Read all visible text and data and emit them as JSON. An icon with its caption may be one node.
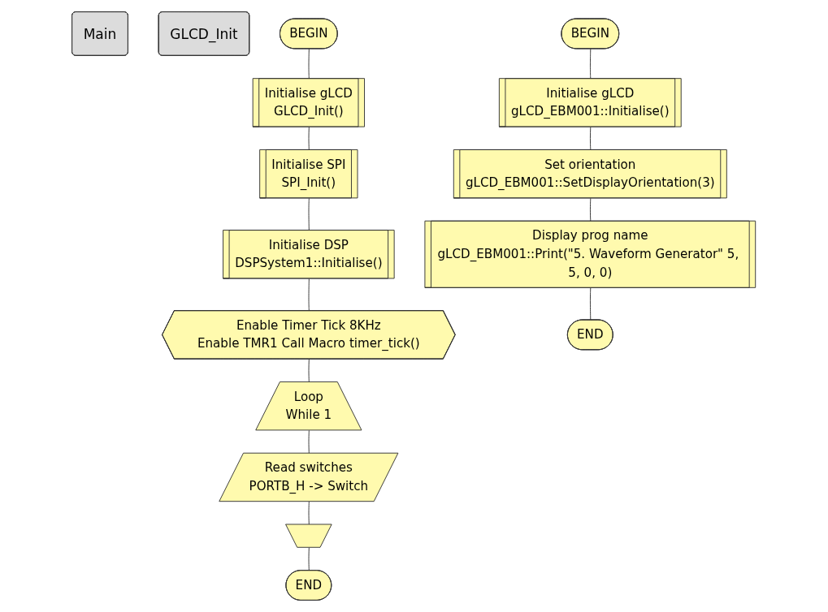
{
  "diagram": {
    "nodes": [
      {
        "text": [
          "Main"
        ]
      },
      {
        "text": [
          "GLCD_Init"
        ]
      },
      {
        "text": [
          "BEGIN"
        ]
      },
      {
        "text": [
          "Initialise gLCD",
          "GLCD_Init()"
        ]
      },
      {
        "text": [
          "Initialise SPI",
          "SPI_Init()"
        ]
      },
      {
        "text": [
          "Initialise DSP",
          "DSPSystem1::Initialise()"
        ]
      },
      {
        "text": [
          "Enable Timer Tick 8KHz",
          "Enable TMR1 Call Macro timer_tick()"
        ]
      },
      {
        "text": [
          "Loop",
          "While 1"
        ]
      },
      {
        "text": [
          "Read switches",
          "PORTB_H -> Switch"
        ]
      },
      {
        "text": [],
        "shape": "trapezoid"
      },
      {
        "text": [
          "END"
        ]
      },
      {
        "text": [
          "BEGIN"
        ]
      },
      {
        "text": [
          "Initialise gLCD",
          "gLCD_EBM001::Initialise()"
        ]
      },
      {
        "text": [
          "Set orientation",
          "gLCD_EBM001::SetDisplayOrientation(3)"
        ]
      },
      {
        "text": [
          "Display prog name",
          "gLCD_EBM001::Print(\"5. Waveform Generator\" 5, 5, 0, 0)"
        ]
      },
      {
        "text": [
          "END"
        ]
      }
    ],
    "edges": [
      {
        "from": 2,
        "to": 3,
        "arrow": "none"
      },
      {
        "from": 3,
        "to": 4,
        "arrow": "none"
      },
      {
        "from": 4,
        "to": 5,
        "arrow": "none"
      },
      {
        "from": 5,
        "to": 6,
        "arrow": "none"
      },
      {
        "from": 6,
        "to": 7,
        "arrow": "none"
      },
      {
        "from": 7,
        "to": 8,
        "arrow": "none"
      },
      {
        "from": 8,
        "to": 9,
        "arrow": "none"
      },
      {
        "from": 9,
        "to": 10,
        "arrow": "none"
      },
      {
        "from": 11,
        "to": 12,
        "arrow": "none"
      },
      {
        "from": 12,
        "to": 13,
        "arrow": "none"
      },
      {
        "from": 13,
        "to": 14,
        "arrow": "none"
      },
      {
        "from": 14,
        "to": 15,
        "arrow": "none"
      }
    ]
  }
}
